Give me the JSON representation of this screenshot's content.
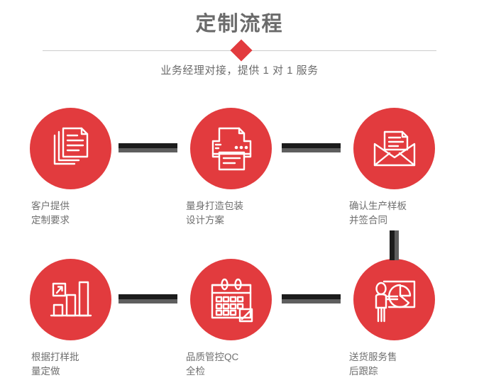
{
  "header": {
    "title": "定制流程",
    "subtitle": "业务经理对接，提供 1 对 1 服务",
    "divider_icon": "diamond-icon",
    "accent_color": "#e23b3e",
    "title_color": "#6b6b6b",
    "line_color": "#cccccc"
  },
  "flow": {
    "connector_colors": {
      "dark": "#1c1c1c",
      "light": "#5e5e5e"
    },
    "steps": [
      {
        "index": 1,
        "icon": "documents-stack-icon",
        "label": "客户提供\n定制要求"
      },
      {
        "index": 2,
        "icon": "printer-icon",
        "label": "量身打造包装\n设计方案"
      },
      {
        "index": 3,
        "icon": "envelope-letter-icon",
        "label": "确认生产样板\n并签合同"
      },
      {
        "index": 4,
        "icon": "bar-chart-growth-icon",
        "label": "根据打样批\n量定做"
      },
      {
        "index": 5,
        "icon": "calendar-check-icon",
        "label": "品质管控QC\n全检"
      },
      {
        "index": 6,
        "icon": "presentation-person-pie-icon",
        "label": "送货服务售\n后跟踪"
      }
    ],
    "connectors": [
      {
        "name": "connector-step1-step2",
        "orientation": "horizontal"
      },
      {
        "name": "connector-step2-step3",
        "orientation": "horizontal"
      },
      {
        "name": "connector-step4-step5",
        "orientation": "horizontal"
      },
      {
        "name": "connector-step5-step6",
        "orientation": "horizontal"
      },
      {
        "name": "connector-step3-step6",
        "orientation": "vertical"
      }
    ]
  }
}
